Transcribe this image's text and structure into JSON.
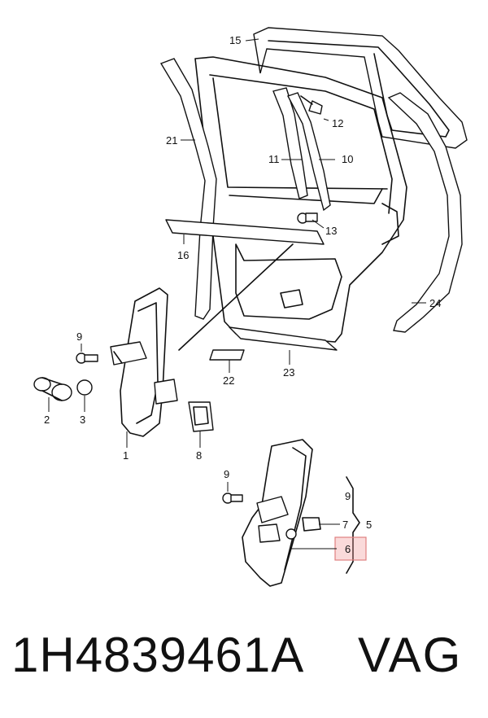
{
  "callouts": {
    "c1": "1",
    "c2": "2",
    "c3": "3",
    "c5": "5",
    "c6": "6",
    "c7": "7",
    "c8": "8",
    "c9a": "9",
    "c9b": "9",
    "c9c": "9",
    "c10": "10",
    "c11": "11",
    "c12": "12",
    "c13": "13",
    "c15": "15",
    "c16": "16",
    "c21": "21",
    "c22": "22",
    "c23": "23",
    "c24": "24"
  },
  "highlight_color": "#f4a6a6",
  "footer": {
    "part_number": "1H4839461A",
    "brand": "VAG"
  }
}
